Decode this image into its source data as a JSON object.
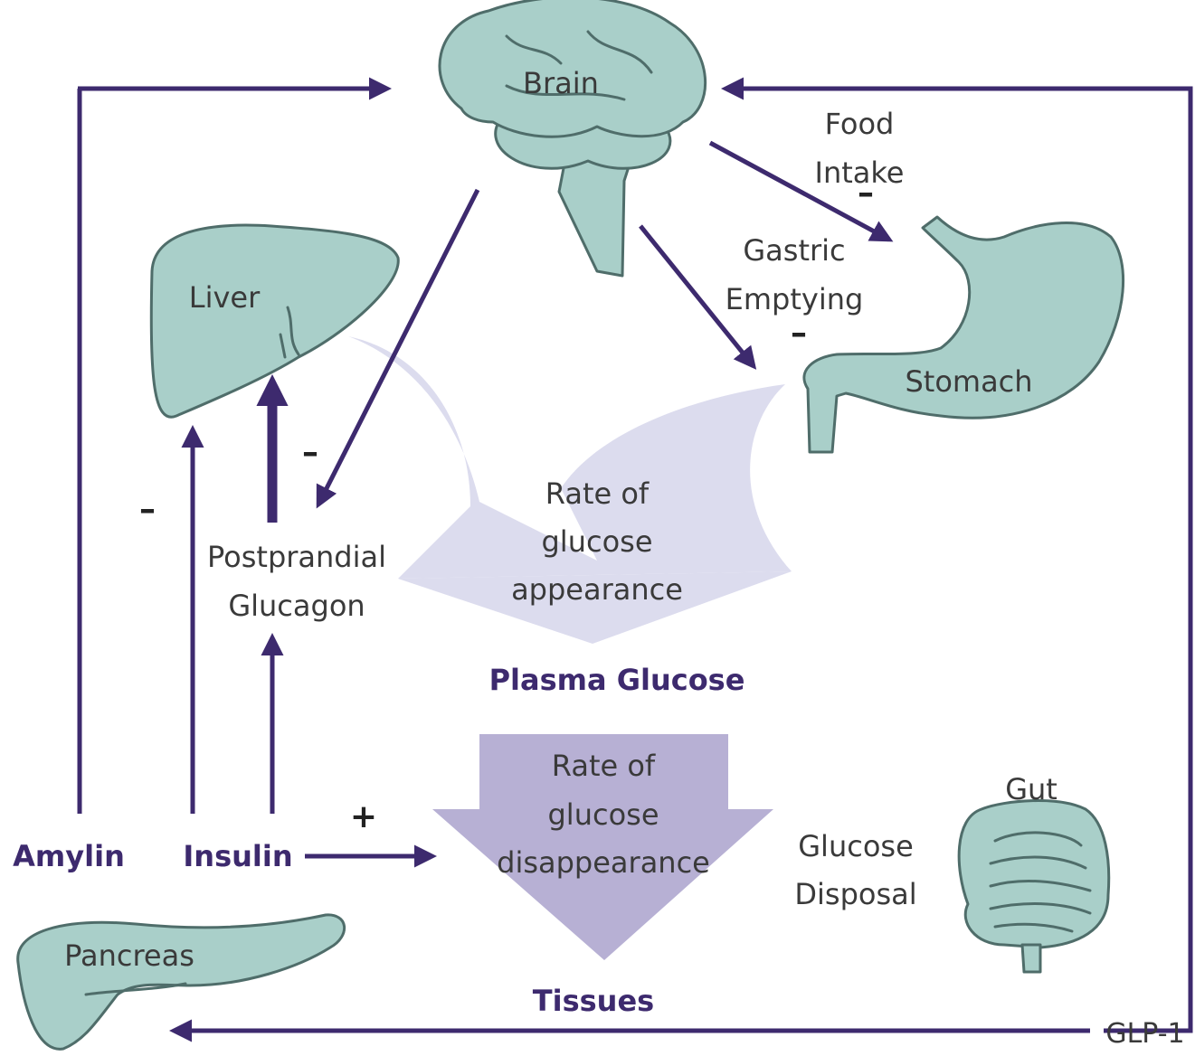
{
  "organs": {
    "brain": "Brain",
    "liver": "Liver",
    "stomach": "Stomach",
    "gut": "Gut",
    "pancreas": "Pancreas"
  },
  "hormones": {
    "amylin": "Amylin",
    "insulin": "Insulin",
    "glp1": "GLP-1"
  },
  "effects": {
    "food_intake": [
      "Food",
      "Intake"
    ],
    "gastric_emptying": [
      "Gastric",
      "Emptying"
    ],
    "postprandial_glucagon": [
      "Postprandial",
      "Glucagon"
    ],
    "glucose_disposal": [
      "Glucose",
      "Disposal"
    ]
  },
  "flow": {
    "appearance": [
      "Rate of",
      "glucose",
      "appearance"
    ],
    "plasma_glucose": "Plasma Glucose",
    "disappearance": [
      "Rate of",
      "glucose",
      "disappearance"
    ],
    "tissues": "Tissues"
  },
  "signs": {
    "food_intake": "–",
    "gastric_emptying": "–",
    "glucagon_to_liver": "–",
    "amylin_to_glucagon": "–",
    "insulin_to_disposal": "+"
  },
  "colors": {
    "arrow": "#3d2a6e",
    "organ_fill": "#a9cfc9",
    "organ_stroke": "#4f6d6a",
    "appearance_arrow": "#dcdcee",
    "disappearance_arrow": "#b7b0d4"
  }
}
